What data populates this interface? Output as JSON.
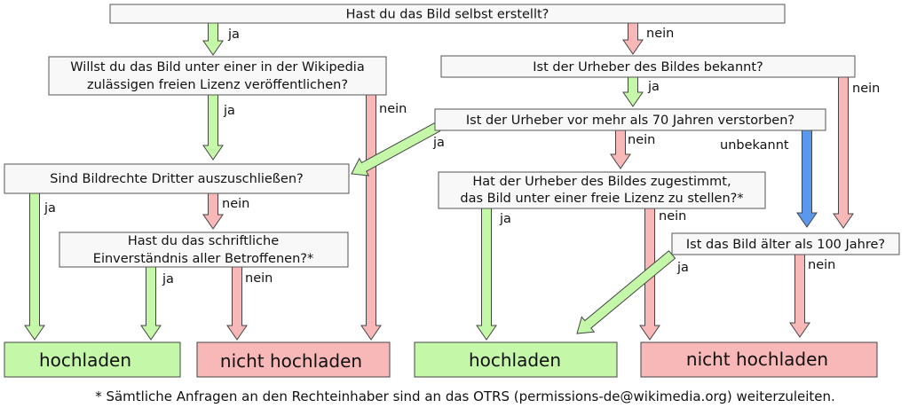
{
  "colors": {
    "ja": "#c4f8a8",
    "nein": "#f8b8b8",
    "unbekannt": "#5a98ee",
    "question_fill": "#f8f8f8"
  },
  "questions": {
    "q1": [
      "Hast du das Bild selbst erstellt?"
    ],
    "q2": [
      "Willst du das Bild unter einer in der Wikipedia",
      "zulässigen freien Lizenz veröffentlichen?"
    ],
    "q3": [
      "Ist der Urheber des Bildes bekannt?"
    ],
    "q4": [
      "Ist der Urheber vor mehr als 70 Jahren verstorben?"
    ],
    "q5": [
      "Sind Bildrechte Dritter auszuschließen?"
    ],
    "q6": [
      "Hat der Urheber des Bildes zugestimmt,",
      "das Bild unter einer freie Lizenz zu stellen?*"
    ],
    "q7": [
      "Hast du das schriftliche",
      "Einverständnis aller Betroffenen?*"
    ],
    "q8": [
      "Ist das Bild älter als 100 Jahre?"
    ]
  },
  "results": {
    "r1": "hochladen",
    "r2": "nicht hochladen",
    "r3": "hochladen",
    "r4": "nicht hochladen"
  },
  "labels": {
    "yes": "ja",
    "no": "nein",
    "unknown": "unbekannt"
  },
  "footnote": "* Sämtliche Anfragen an den Rechteinhaber sind an das OTRS (permissions-de@wikimedia.org) weiterzuleiten."
}
